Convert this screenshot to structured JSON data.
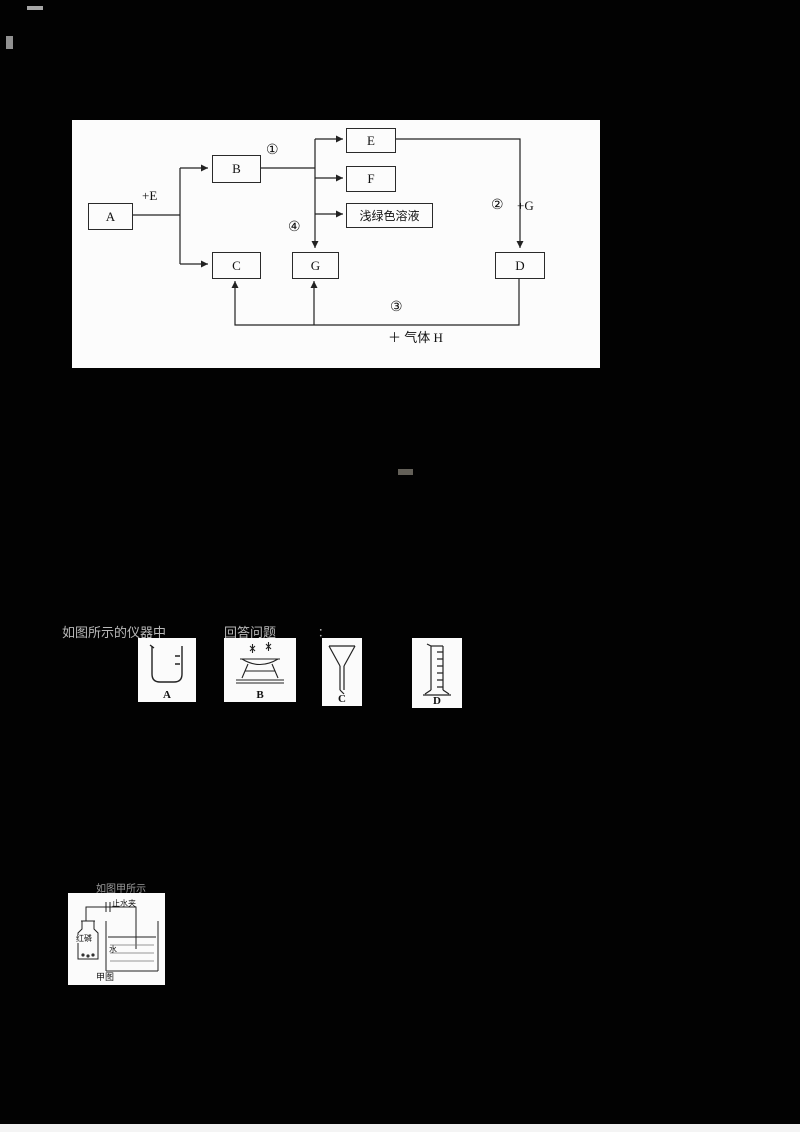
{
  "flowchart": {
    "box_a": "A",
    "box_b": "B",
    "box_c": "C",
    "box_d": "D",
    "box_e": "E",
    "box_f": "F",
    "box_g": "G",
    "box_green": "浅绿色溶液",
    "plus_e": "+E",
    "plus_g": "+G",
    "step1": "①",
    "step2": "②",
    "step3": "③",
    "step4": "④",
    "gas_h": "＋ 气体 H"
  },
  "equipment": {
    "caption_left": "如图所示的仪器中",
    "caption_mid": "回答问题",
    "caption_colon": "：",
    "items": [
      {
        "label": "A"
      },
      {
        "label": "B"
      },
      {
        "label": "C"
      },
      {
        "label": "D"
      }
    ]
  },
  "apparatus": {
    "header": "如图甲所示",
    "clamp": "止水夹",
    "phosphorus": "红磷",
    "water": "水",
    "caption": "甲图"
  }
}
